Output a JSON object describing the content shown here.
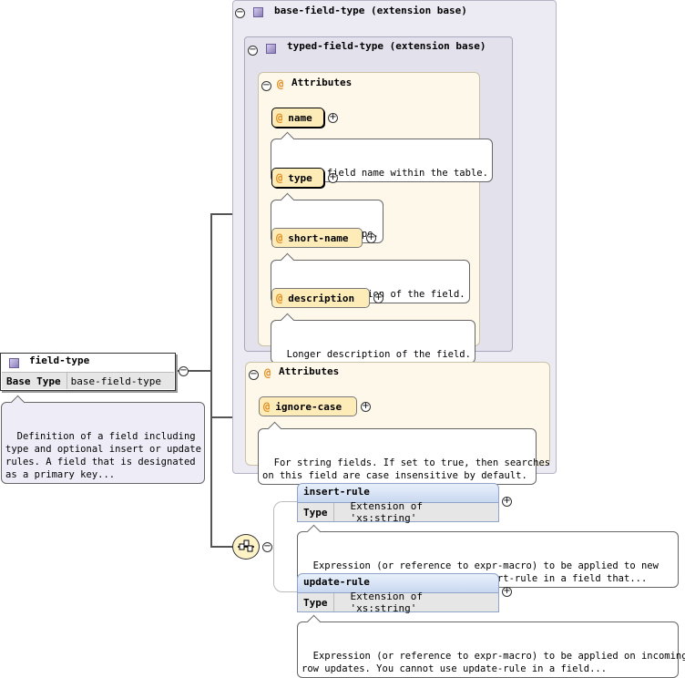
{
  "root": {
    "name": "field-type",
    "base_type_label": "Base Type",
    "base_type_value": "base-field-type",
    "doc": "Definition of a field including\ntype and optional insert or update\nrules. A field that is designated\nas a primary key..."
  },
  "base_ext": {
    "title": "base-field-type (extension base)"
  },
  "typed_ext": {
    "title": "typed-field-type (extension base)",
    "attributes_label": "Attributes",
    "attrs": [
      {
        "name": "name",
        "doc": "Unique field name within the table."
      },
      {
        "name": "type",
        "doc": "Field data type."
      },
      {
        "name": "short-name",
        "doc": "Short description of the field."
      },
      {
        "name": "description",
        "doc": "Longer description of the field."
      }
    ]
  },
  "base_attrs": {
    "attributes_label": "Attributes",
    "attr": {
      "name": "ignore-case",
      "doc": "For string fields. If set to true, then searches\non this field are case insensitive by default."
    }
  },
  "elements": [
    {
      "name": "insert-rule",
      "type_label": "Type",
      "type_value": "Extension of 'xs:string'",
      "doc": "Expression (or reference to expr-macro) to be applied to new\nincoming rows. You cannot use insert-rule in a field that..."
    },
    {
      "name": "update-rule",
      "type_label": "Type",
      "type_value": "Extension of 'xs:string'",
      "doc": "Expression (or reference to expr-macro) to be applied on incoming\nrow updates. You cannot use update-rule in a field..."
    }
  ],
  "icons": {
    "collapse": "−",
    "expand": "+",
    "attribute": "@"
  }
}
